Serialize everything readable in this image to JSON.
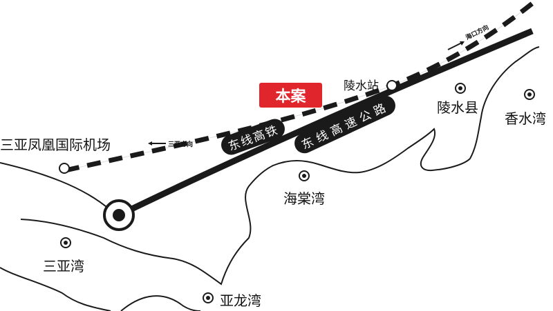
{
  "colors": {
    "accent": "#e0262c",
    "line": "#1a1a1a"
  },
  "project": "本案",
  "roads": {
    "railway": "东线高铁",
    "highway": "东线高速公路"
  },
  "directions": {
    "sanya": "三亚方向",
    "haikou": "海口方向"
  },
  "places": {
    "airport": "三亚凤凰国际机场",
    "lingshui_station": "陵水站",
    "lingshui_county": "陵水县",
    "xiangshui_bay": "香水湾",
    "haitang_bay": "海棠湾",
    "sanya_bay": "三亚湾",
    "yalong_bay": "亚龙湾"
  },
  "icons": {
    "station": "train-station-icon",
    "place": "location-dot-icon"
  }
}
